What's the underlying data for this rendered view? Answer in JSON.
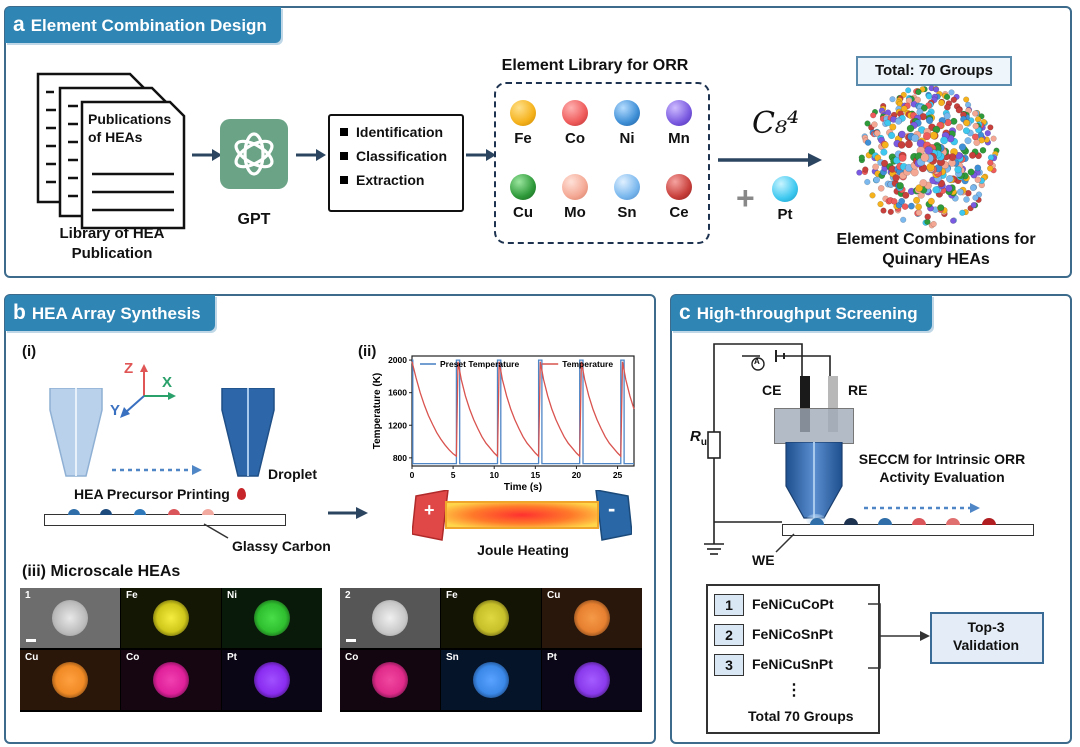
{
  "panel_a": {
    "letter": "a",
    "title": "Element Combination Design",
    "publications_label": "Publications of HEAs",
    "library_label": "Library of HEA Publication",
    "gpt_label": "GPT",
    "steps": [
      "Identification",
      "Classification",
      "Extraction"
    ],
    "element_library_title": "Element Library for ORR",
    "elements": [
      {
        "name": "Fe",
        "color": "#f5b21c"
      },
      {
        "name": "Co",
        "color": "#ef5b5b"
      },
      {
        "name": "Ni",
        "color": "#3f8fd6"
      },
      {
        "name": "Mn",
        "color": "#7a5ae0"
      },
      {
        "name": "Cu",
        "color": "#2f9a3a"
      },
      {
        "name": "Mo",
        "color": "#f4a894"
      },
      {
        "name": "Sn",
        "color": "#7ab8ee"
      },
      {
        "name": "Ce",
        "color": "#c8403c"
      }
    ],
    "combination_formula": "C₈⁴",
    "plus_sign": "+",
    "extra_element": {
      "name": "Pt",
      "color": "#3ec8f0"
    },
    "total_label": "Total: 70 Groups",
    "combinations_label": "Element Combinations for Quinary HEAs"
  },
  "panel_b": {
    "letter": "b",
    "title": "HEA Array Synthesis",
    "sub_i": "(i)",
    "sub_ii": "(ii)",
    "sub_iii": "(iii) Microscale HEAs",
    "axis_z": "Z",
    "axis_x": "X",
    "axis_y": "Y",
    "droplet_label": "Droplet",
    "printing_label": "HEA Precursor Printing",
    "carbon_label": "Glassy Carbon",
    "joule_label": "Joule Heating",
    "plus_sign": "+",
    "minus_sign": "-",
    "maps_left": [
      {
        "label": "1",
        "color": "#cfcfcf",
        "bg": "#6d6d6d"
      },
      {
        "label": "Fe",
        "color": "#e6e01a",
        "bg": "#151705"
      },
      {
        "label": "Ni",
        "color": "#2fbf2f",
        "bg": "#0a1a0a"
      },
      {
        "label": "Cu",
        "color": "#f08a25",
        "bg": "#2a170a"
      },
      {
        "label": "Co",
        "color": "#e0209a",
        "bg": "#160612"
      },
      {
        "label": "Pt",
        "color": "#8a2cf0",
        "bg": "#0b0616"
      }
    ],
    "maps_right": [
      {
        "label": "2",
        "color": "#d2d2d2",
        "bg": "#565656"
      },
      {
        "label": "Fe",
        "color": "#c8c02a",
        "bg": "#141405"
      },
      {
        "label": "Cu",
        "color": "#e68030",
        "bg": "#2a170b"
      },
      {
        "label": "Co",
        "color": "#e02a8a",
        "bg": "#140611"
      },
      {
        "label": "Sn",
        "color": "#3a88e8",
        "bg": "#06142a"
      },
      {
        "label": "Pt",
        "color": "#8a3aec",
        "bg": "#0c0718"
      }
    ]
  },
  "panel_c": {
    "letter": "c",
    "title": "High-throughput Screening",
    "ce_label": "CE",
    "re_label": "RE",
    "ammeter_label": "A",
    "we_label": "WE",
    "resistor_label": "R",
    "resistor_sub": "u",
    "seccm_label": "SECCM for Intrinsic ORR Activity Evaluation",
    "ranking": [
      {
        "rank": "1",
        "name": "FeNiCuCoPt"
      },
      {
        "rank": "2",
        "name": "FeNiCoSnPt"
      },
      {
        "rank": "3",
        "name": "FeNiCuSnPt"
      }
    ],
    "ellipsis": "⋮",
    "total_label": "Total 70 Groups",
    "validation_label": "Top-3 Validation"
  },
  "chart_data": {
    "type": "line",
    "title": "",
    "xlabel": "Time (s)",
    "ylabel": "Temperature (K)",
    "xlim": [
      0,
      27
    ],
    "ylim": [
      700,
      2050
    ],
    "xticks": [
      0,
      5,
      10,
      15,
      20,
      25
    ],
    "yticks": [
      800,
      1200,
      1600,
      2000
    ],
    "grid": false,
    "legend": "top",
    "series": [
      {
        "name": "Preset Temperature",
        "color": "#4f86c6",
        "x": [
          0,
          0.1,
          0.1,
          5.4,
          5.4,
          5.8,
          5.8,
          10.4,
          10.4,
          10.8,
          10.8,
          15.4,
          15.4,
          15.8,
          15.8,
          20.4,
          20.4,
          20.8,
          20.8,
          25.4,
          25.4,
          25.8,
          25.8,
          27
        ],
        "values": [
          2000,
          2000,
          730,
          730,
          2000,
          2000,
          730,
          730,
          2000,
          2000,
          730,
          730,
          2000,
          2000,
          730,
          730,
          2000,
          2000,
          730,
          730,
          2000,
          2000,
          730,
          730
        ]
      },
      {
        "name": "Temperature",
        "color": "#d9534f",
        "x": [
          0,
          0.5,
          1,
          1.5,
          2,
          2.5,
          3,
          3.5,
          4,
          4.5,
          5,
          5.4,
          5.6,
          6,
          6.5,
          7,
          7.5,
          8,
          8.5,
          9,
          9.5,
          10,
          10.4,
          10.6,
          11,
          11.5,
          12,
          12.5,
          13,
          13.5,
          14,
          14.5,
          15,
          15.4,
          15.6,
          16,
          16.5,
          17,
          17.5,
          18,
          18.5,
          19,
          19.5,
          20,
          20.4,
          20.6,
          21,
          21.5,
          22,
          22.5,
          23,
          23.5,
          24,
          24.5,
          25,
          25.4,
          25.6,
          26,
          26.5,
          27
        ],
        "values": [
          1980,
          1780,
          1600,
          1450,
          1320,
          1210,
          1110,
          1030,
          960,
          900,
          850,
          820,
          1980,
          1760,
          1560,
          1400,
          1270,
          1160,
          1060,
          980,
          920,
          860,
          820,
          1980,
          1760,
          1560,
          1400,
          1270,
          1160,
          1060,
          980,
          920,
          860,
          820,
          1980,
          1760,
          1560,
          1400,
          1270,
          1160,
          1060,
          980,
          920,
          860,
          820,
          1980,
          1760,
          1560,
          1400,
          1270,
          1160,
          1060,
          980,
          920,
          860,
          820,
          1980,
          1760,
          1560,
          1400
        ]
      }
    ]
  }
}
